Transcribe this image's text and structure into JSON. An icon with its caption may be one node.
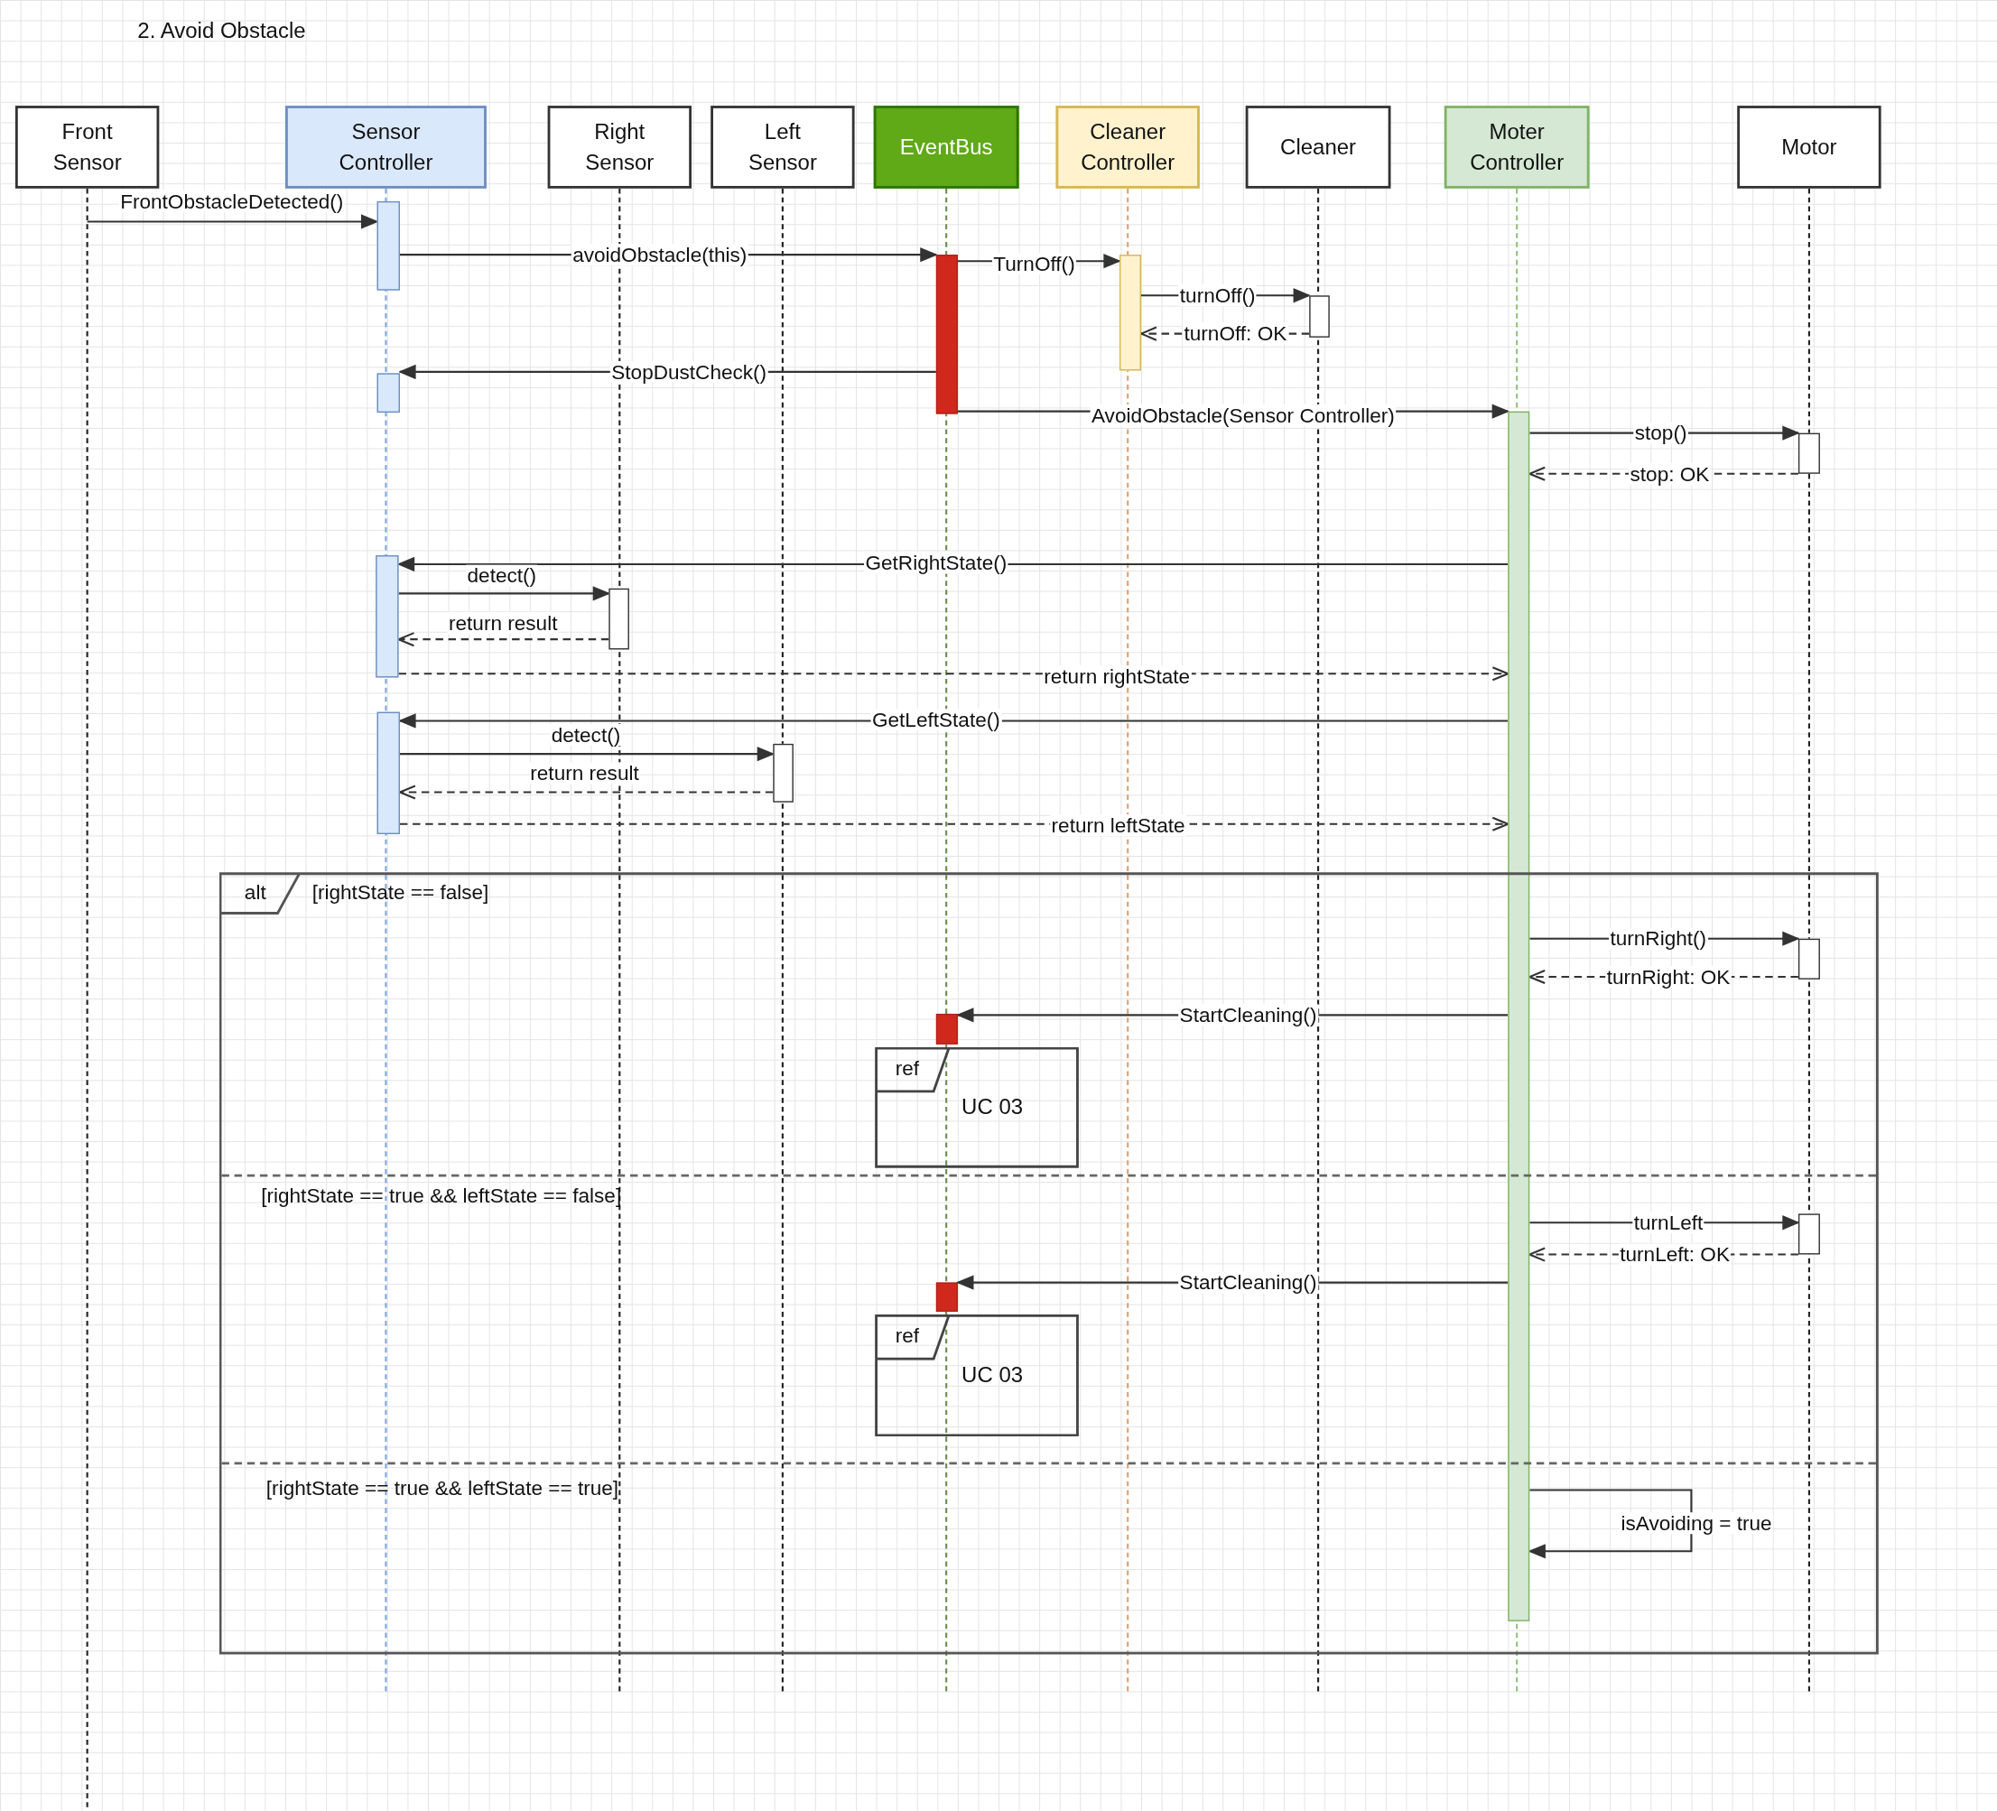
{
  "diagram": {
    "title": "2. Avoid Obstacle",
    "nodes": [
      {
        "text": [
          "Front Sensor"
        ]
      },
      {
        "text": [
          "Sensor Controller"
        ]
      },
      {
        "text": [
          "Right Sensor"
        ]
      },
      {
        "text": [
          "Left Sensor"
        ]
      },
      {
        "text": [
          "EventBus"
        ]
      },
      {
        "text": [
          "Cleaner Controller"
        ]
      },
      {
        "text": [
          "Cleaner"
        ]
      },
      {
        "text": [
          "Moter Controller"
        ]
      },
      {
        "text": [
          "Motor"
        ]
      },
      {
        "text": [],
        "shape": "bar"
      },
      {
        "text": [],
        "shape": "bar"
      },
      {
        "text": [],
        "shape": "bar"
      },
      {
        "text": [],
        "shape": "bar"
      },
      {
        "text": [],
        "shape": "bar"
      },
      {
        "text": [],
        "shape": "bar"
      },
      {
        "text": [],
        "shape": "bar"
      },
      {
        "text": [],
        "shape": "bar"
      },
      {
        "text": [],
        "shape": "bar"
      },
      {
        "text": [],
        "shape": "bar"
      },
      {
        "text": [],
        "shape": "bar"
      },
      {
        "text": [
          "alt",
          "[rightState == false]",
          "[rightState == true && leftState == false]",
          "[rightState == true && leftState == true]"
        ]
      },
      {
        "text": [],
        "shape": "bar",
        "in": 20
      },
      {
        "text": [],
        "shape": "bar",
        "in": 20
      },
      {
        "text": [
          "ref",
          "UC 03"
        ],
        "in": 20
      },
      {
        "text": [],
        "shape": "bar",
        "in": 20
      },
      {
        "text": [],
        "shape": "bar",
        "in": 20
      },
      {
        "text": [
          "ref",
          "UC 03"
        ],
        "in": 20
      }
    ],
    "edges": [
      {
        "from": 0,
        "to": 9,
        "arrow": "to",
        "label": "FrontObstacleDetected()"
      },
      {
        "from": 9,
        "to": 10,
        "arrow": "to",
        "label": "avoidObstacle(this)"
      },
      {
        "from": 10,
        "to": 11,
        "arrow": "to",
        "label": "TurnOff()"
      },
      {
        "from": 11,
        "to": 12,
        "arrow": "to",
        "label": "turnOff()"
      },
      {
        "from": 12,
        "to": 11,
        "arrow": "to",
        "label": "turnOff: OK",
        "style": "dashed"
      },
      {
        "from": 10,
        "to": 13,
        "arrow": "to",
        "label": "StopDustCheck()"
      },
      {
        "from": 10,
        "to": 14,
        "arrow": "to",
        "label": "AvoidObstacle(Sensor Controller)"
      },
      {
        "from": 14,
        "to": 15,
        "arrow": "to",
        "label": "stop()"
      },
      {
        "from": 15,
        "to": 14,
        "arrow": "to",
        "label": "stop: OK",
        "style": "dashed"
      },
      {
        "from": 14,
        "to": 16,
        "arrow": "to",
        "label": "GetRightState()"
      },
      {
        "from": 16,
        "to": 17,
        "arrow": "to",
        "label": "detect()"
      },
      {
        "from": 17,
        "to": 16,
        "arrow": "to",
        "label": "return result",
        "style": "dashed"
      },
      {
        "from": 16,
        "to": 14,
        "arrow": "to",
        "label": "return rightState",
        "style": "dashed"
      },
      {
        "from": 14,
        "to": 18,
        "arrow": "to",
        "label": "GetLeftState()"
      },
      {
        "from": 18,
        "to": 19,
        "arrow": "to",
        "label": "detect()"
      },
      {
        "from": 19,
        "to": 18,
        "arrow": "to",
        "label": "return result",
        "style": "dashed"
      },
      {
        "from": 18,
        "to": 14,
        "arrow": "to",
        "label": "return leftState",
        "style": "dashed"
      },
      {
        "from": 14,
        "to": 21,
        "arrow": "to",
        "label": "turnRight()"
      },
      {
        "from": 21,
        "to": 14,
        "arrow": "to",
        "label": "turnRight: OK",
        "style": "dashed"
      },
      {
        "from": 14,
        "to": 22,
        "arrow": "to",
        "label": "StartCleaning()"
      },
      {
        "from": 14,
        "to": 24,
        "arrow": "to",
        "label": "turnLeft"
      },
      {
        "from": 24,
        "to": 14,
        "arrow": "to",
        "label": "turnLeft: OK",
        "style": "dashed"
      },
      {
        "from": 14,
        "to": 25,
        "arrow": "to",
        "label": "StartCleaning()"
      },
      {
        "from": 14,
        "to": 14,
        "arrow": "to",
        "label": "isAvoiding = true"
      }
    ]
  }
}
